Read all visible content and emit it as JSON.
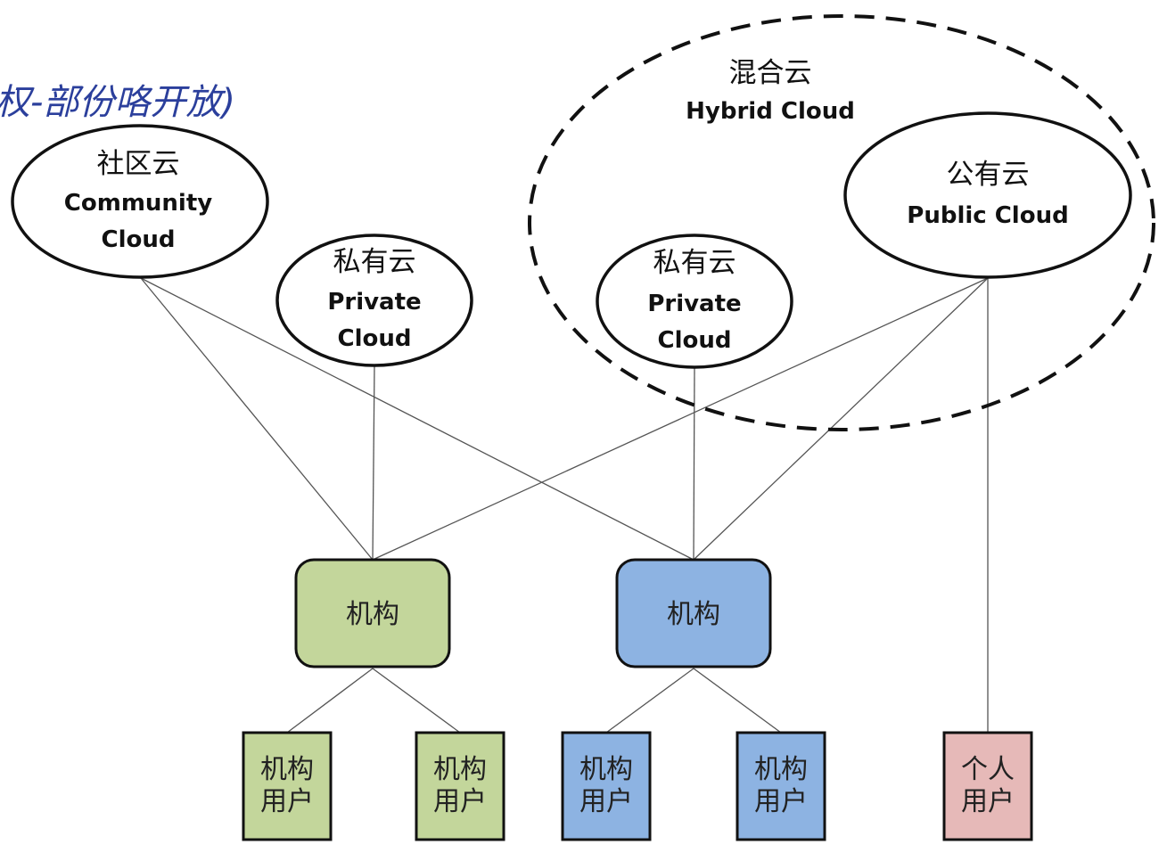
{
  "annotation": {
    "text": "权-部份咯开放)",
    "color": "#2b3f9c"
  },
  "hybrid_cloud": {
    "zh": "混合云",
    "en": "Hybrid Cloud"
  },
  "community_cloud": {
    "zh": "社区云",
    "en_line1": "Community",
    "en_line2": "Cloud"
  },
  "private_cloud_1": {
    "zh": "私有云",
    "en_line1": "Private",
    "en_line2": "Cloud"
  },
  "private_cloud_2": {
    "zh": "私有云",
    "en_line1": "Private",
    "en_line2": "Cloud"
  },
  "public_cloud": {
    "zh": "公有云",
    "en": "Public Cloud"
  },
  "org_green": {
    "label": "机构",
    "color": "#c3d69b"
  },
  "org_blue": {
    "label": "机构",
    "color": "#8db3e2"
  },
  "users": [
    {
      "line1": "机构",
      "line2": "用户",
      "color": "#c3d69b"
    },
    {
      "line1": "机构",
      "line2": "用户",
      "color": "#c3d69b"
    },
    {
      "line1": "机构",
      "line2": "用户",
      "color": "#8db3e2"
    },
    {
      "line1": "机构",
      "line2": "用户",
      "color": "#8db3e2"
    },
    {
      "line1": "个人",
      "line2": "用户",
      "color": "#e6b9b8"
    }
  ]
}
